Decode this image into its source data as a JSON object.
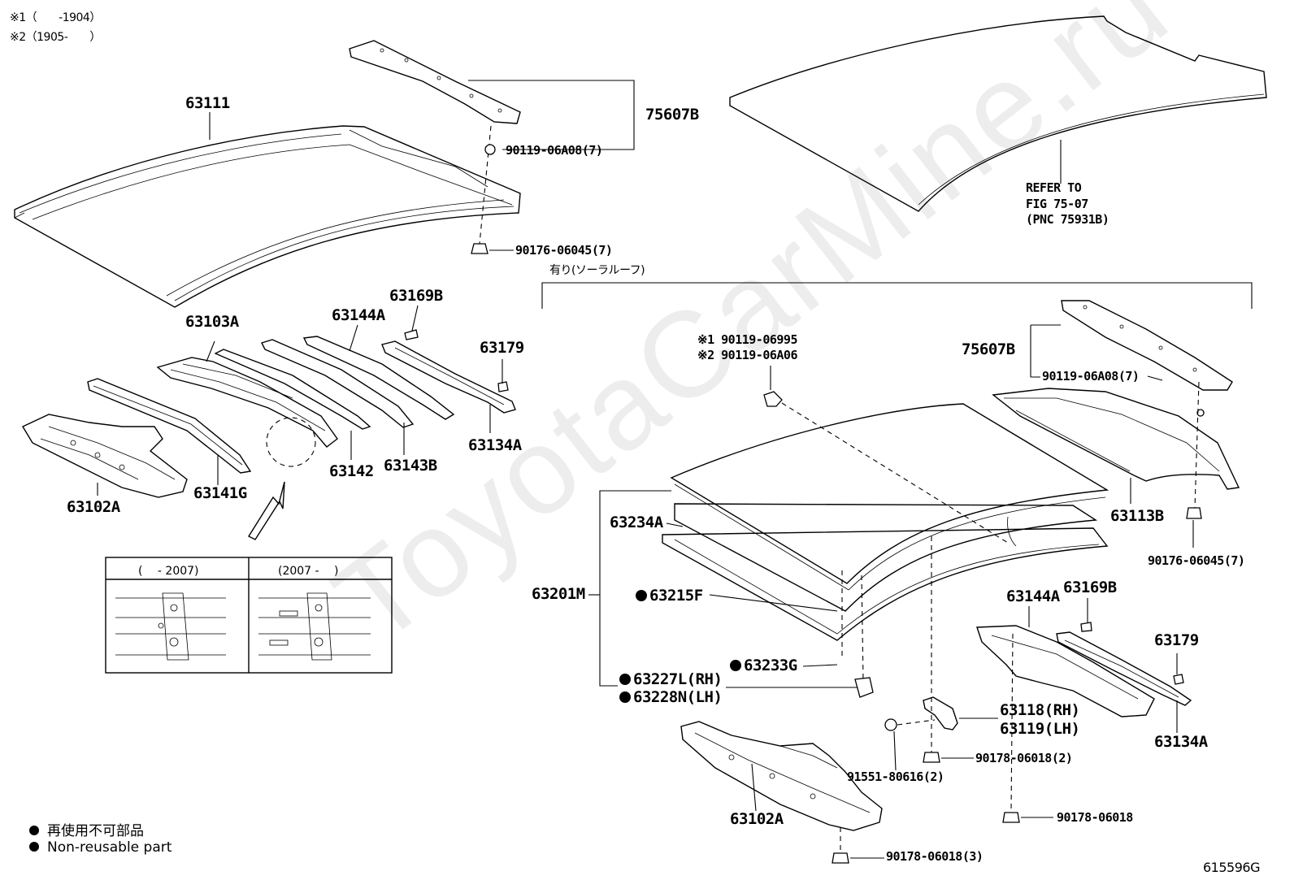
{
  "notes": {
    "n1": "※1（　　-1904）",
    "n2": "※2（1905-　　）",
    "solar_roof": "有り(ソーラルーフ)",
    "refer_line1": "REFER TO",
    "refer_line2": "FIG 75-07",
    "refer_line3": "(PNC 75931B)"
  },
  "labels": {
    "p63111": "63111",
    "p75607B_top": "75607B",
    "p90119_06A08_top": "90119-06A08(7)",
    "p90176_06045_top": "90176-06045(7)",
    "p63169B_left": "63169B",
    "p63144A_left": "63144A",
    "p63103A": "63103A",
    "p63179_left": "63179",
    "p63134A_left": "63134A",
    "p63102A_left": "63102A",
    "p63141G": "63141G",
    "p63142": "63142",
    "p63143B": "63143B",
    "p90119_06995": "※1 90119-06995",
    "p90119_06A06": "※2 90119-06A06",
    "p75607B_right": "75607B",
    "p90119_06A08_right": "90119-06A08(7)",
    "p63113B": "63113B",
    "p90176_06045_right": "90176-06045(7)",
    "p63234A": "63234A",
    "p63201M": "63201M",
    "p63215F": "63215F",
    "p63233G": "63233G",
    "p63227L": "63227L(RH)",
    "p63228N": "63228N(LH)",
    "p63144A_right": "63144A",
    "p63169B_right": "63169B",
    "p63179_right": "63179",
    "p63134A_right": "63134A",
    "p63118": "63118(RH)",
    "p63119": "63119(LH)",
    "p91551": "91551-80616(2)",
    "p90178_06018_2": "90178-06018(2)",
    "p90178_06018": "90178-06018",
    "p63102A_right": "63102A",
    "p90178_06018_3": "90178-06018(3)"
  },
  "inset": {
    "left_title": "(　 - 2007)",
    "right_title": "(2007 -　 )"
  },
  "legend": {
    "jp": "再使用不可部品",
    "en": "Non-reusable part"
  },
  "figure_id": "615596G",
  "watermark": "ToyotaCarMine.ru"
}
